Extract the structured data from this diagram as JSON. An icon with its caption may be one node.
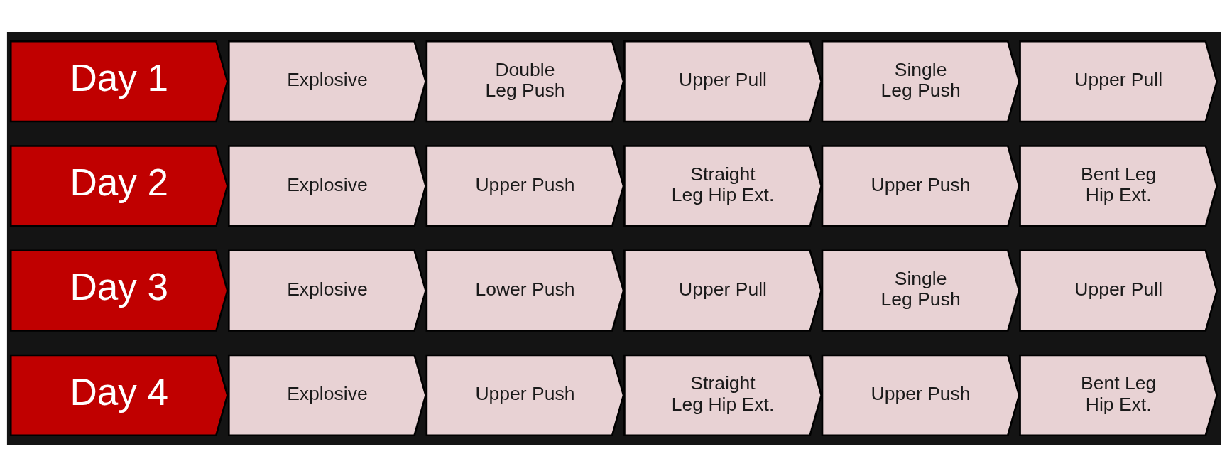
{
  "diagram": {
    "nodes": [
      {
        "text": [
          "Day 1"
        ]
      },
      {
        "text": [
          "Explosive"
        ]
      },
      {
        "text": [
          "Double Leg Push"
        ]
      },
      {
        "text": [
          "Upper Pull"
        ]
      },
      {
        "text": [
          "Single Leg Push"
        ]
      },
      {
        "text": [
          "Upper Pull"
        ]
      },
      {
        "text": [
          "Day 2"
        ]
      },
      {
        "text": [
          "Explosive"
        ]
      },
      {
        "text": [
          "Upper Push"
        ]
      },
      {
        "text": [
          "Straight Leg Hip Ext."
        ]
      },
      {
        "text": [
          "Upper Push"
        ]
      },
      {
        "text": [
          "Bent Leg Hip Ext."
        ]
      },
      {
        "text": [
          "Day 3"
        ]
      },
      {
        "text": [
          "Explosive"
        ]
      },
      {
        "text": [
          "Lower Push"
        ]
      },
      {
        "text": [
          "Upper Pull"
        ]
      },
      {
        "text": [
          "Single Leg Push"
        ]
      },
      {
        "text": [
          "Upper Pull"
        ]
      },
      {
        "text": [
          "Day 4"
        ]
      },
      {
        "text": [
          "Explosive"
        ]
      },
      {
        "text": [
          "Upper Push"
        ]
      },
      {
        "text": [
          "Straight Leg Hip Ext."
        ]
      },
      {
        "text": [
          "Upper Push"
        ]
      },
      {
        "text": [
          "Bent Leg Hip Ext."
        ]
      }
    ]
  }
}
